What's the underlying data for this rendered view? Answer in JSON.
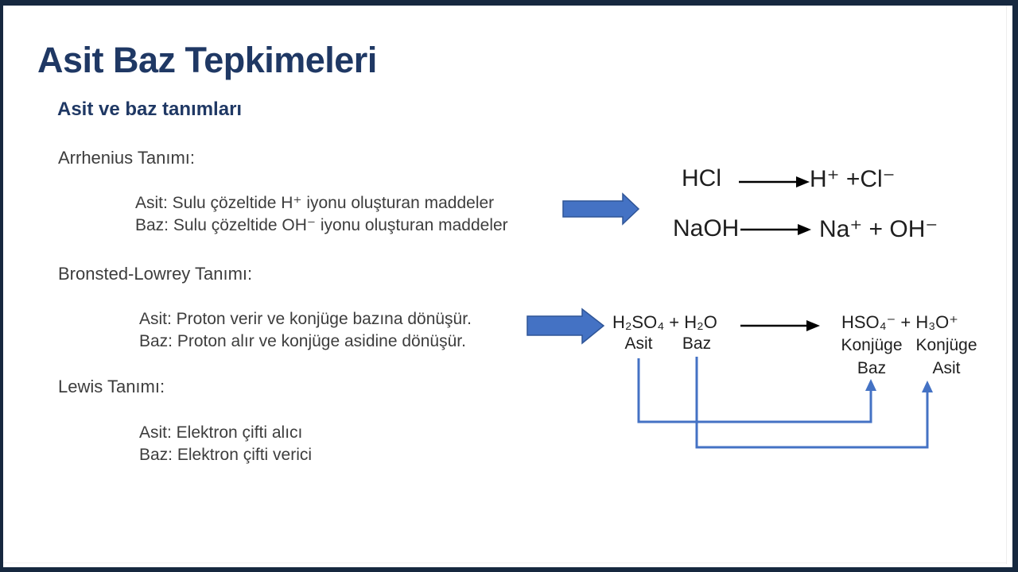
{
  "colors": {
    "frame_navy": "#16283f",
    "navy_text": "#1f3864",
    "body_text": "#3d3d3d",
    "equation_text": "#1f1f1f",
    "arrow_blue_fill": "#4472c4",
    "arrow_blue_edge": "#2f5597",
    "connector_blue": "#4472c4",
    "reaction_arrow_black": "#000000"
  },
  "header": {
    "title": "Asit Baz Tepkimeleri",
    "subtitle": "Asit ve baz tanımları"
  },
  "definitions": {
    "arrhenius": {
      "heading": "Arrhenius Tanımı:",
      "acid_line": "Asit: Sulu çözeltide H⁺ iyonu oluşturan maddeler",
      "base_line": "Baz: Sulu çözeltide OH⁻ iyonu oluşturan maddeler"
    },
    "bronsted": {
      "heading": "Bronsted-Lowrey Tanımı:",
      "acid_line": "Asit: Proton verir ve konjüge bazına dönüşür.",
      "base_line": "Baz: Proton alır ve konjüge asidine dönüşür."
    },
    "lewis": {
      "heading": "Lewis Tanımı:",
      "acid_line": "Asit: Elektron çifti alıcı",
      "base_line": "Baz: Elektron çifti verici"
    }
  },
  "arrhenius_examples": {
    "hcl": {
      "reactant": "HCl",
      "products": "H⁺ +Cl⁻"
    },
    "naoh": {
      "reactant": "NaOH",
      "products": "Na⁺ + OH⁻"
    }
  },
  "bronsted_example": {
    "reactants": "H₂SO₄ + H₂O",
    "products": "HSO₄⁻ + H₃O⁺",
    "acid_label": "Asit",
    "base_label": "Baz",
    "conjugate_base_word": "Konjüge",
    "conjugate_base_label": "Baz",
    "conjugate_acid_word": "Konjüge",
    "conjugate_acid_label": "Asit"
  }
}
